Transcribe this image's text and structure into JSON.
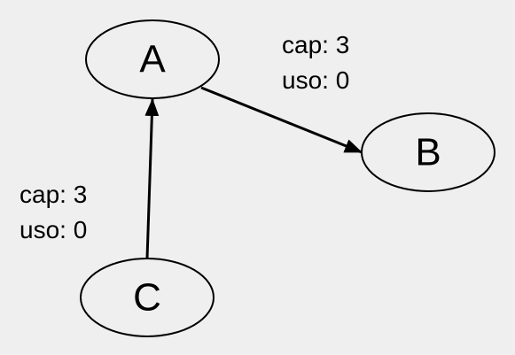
{
  "nodes": [
    {
      "id": "A",
      "label": "A"
    },
    {
      "id": "B",
      "label": "B"
    },
    {
      "id": "C",
      "label": "C"
    }
  ],
  "edges": [
    {
      "from": "A",
      "to": "B",
      "cap_text": "cap: 3",
      "uso_text": "uso: 0"
    },
    {
      "from": "C",
      "to": "A",
      "cap_text": "cap: 3",
      "uso_text": "uso: 0"
    }
  ]
}
